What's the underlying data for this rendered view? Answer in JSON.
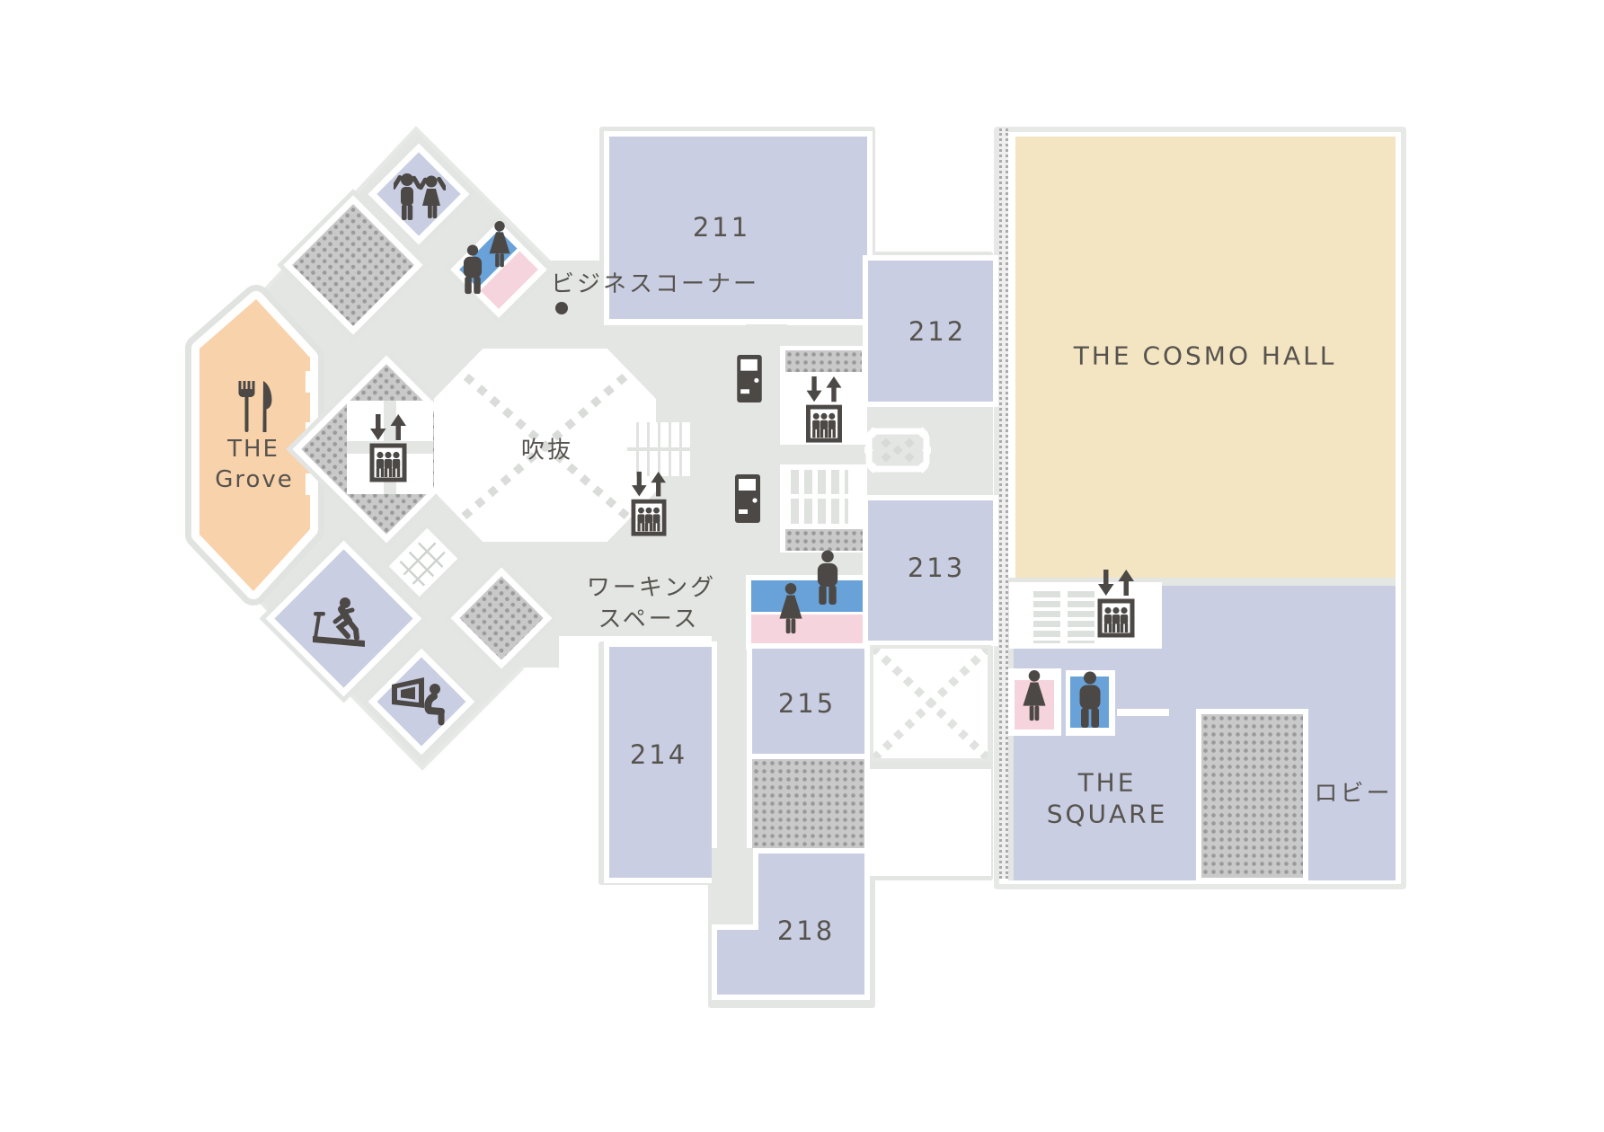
{
  "floor_map": {
    "rooms": {
      "room_211": "211",
      "room_212": "212",
      "room_213": "213",
      "room_214": "214",
      "room_215": "215",
      "room_218": "218"
    },
    "areas": {
      "cosmo_hall": "THE COSMO HALL",
      "square_line1": "THE",
      "square_line2": "SQUARE",
      "lobby": "ロビー",
      "grove_line1": "THE",
      "grove_line2": "Grove",
      "atrium": "吹抜",
      "business_corner": "ビジネスコーナー",
      "working_space_line1": "ワーキング",
      "working_space_line2": "スペース"
    },
    "icons": {
      "restaurant": "fork-and-knife",
      "family_room": "two-people-cheering",
      "womens_restroom": "woman-figure",
      "mens_restroom": "man-figure",
      "elevator": "up-down-arrows-with-people-in-box",
      "stairs": "step-grid",
      "gym": "runner-on-treadmill",
      "theater": "screen-and-seated-person",
      "vending_machine": "dark-box-with-window",
      "meeting_table": "table-with-chairs"
    },
    "colors": {
      "room_fill": "#c9cee3",
      "hall_fill": "#f3e5c2",
      "restaurant_fill": "#f8d2ab",
      "mens_fill": "#68a2d8",
      "womens_fill": "#f6d4dd",
      "corridor_fill": "#e3e6e3",
      "dotted_fill": "#c9c9c9",
      "dot_color": "#9a9a9a",
      "icon_color": "#4c4845",
      "label_color": "#57534e"
    }
  }
}
